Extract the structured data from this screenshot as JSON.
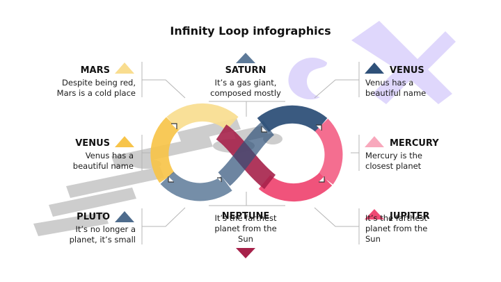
{
  "title": "Infinity Loop infographics",
  "colors": {
    "yellow": "#f7c44a",
    "yellow_light": "#f9dd8f",
    "navy": "#2f5179",
    "navy_light": "#5d7a99",
    "pink": "#f3668a",
    "pink_light": "#f8a8bc",
    "crimson": "#a6214a",
    "connector": "#b5b5b5",
    "watermark_purple": "#d9d0fb",
    "watermark_gray": "#bdbdbd"
  },
  "items": {
    "mars": {
      "label": "MARS",
      "desc1": "Despite being red,",
      "desc2": "Mars is a cold place"
    },
    "saturn": {
      "label": "SATURN",
      "desc1": "It’s a gas giant,",
      "desc2": "composed mostly"
    },
    "venus_r": {
      "label": "VENUS",
      "desc1": "Venus has a",
      "desc2": "beautiful name"
    },
    "venus_l": {
      "label": "VENUS",
      "desc1": "Venus has a",
      "desc2": "beautiful name"
    },
    "mercury": {
      "label": "MERCURY",
      "desc1": "Mercury is the",
      "desc2": "closest planet"
    },
    "pluto": {
      "label": "PLUTO",
      "desc1": "It’s no longer a",
      "desc2": "planet, it’s small"
    },
    "neptune": {
      "label": "NEPTUNE",
      "desc1": "It’s the farthest",
      "desc2": "planet from the",
      "desc3": "Sun"
    },
    "jupiter": {
      "label": "JUPITER",
      "desc1": "It’s the farthest",
      "desc2": "planet from the",
      "desc3": "Sun"
    }
  }
}
